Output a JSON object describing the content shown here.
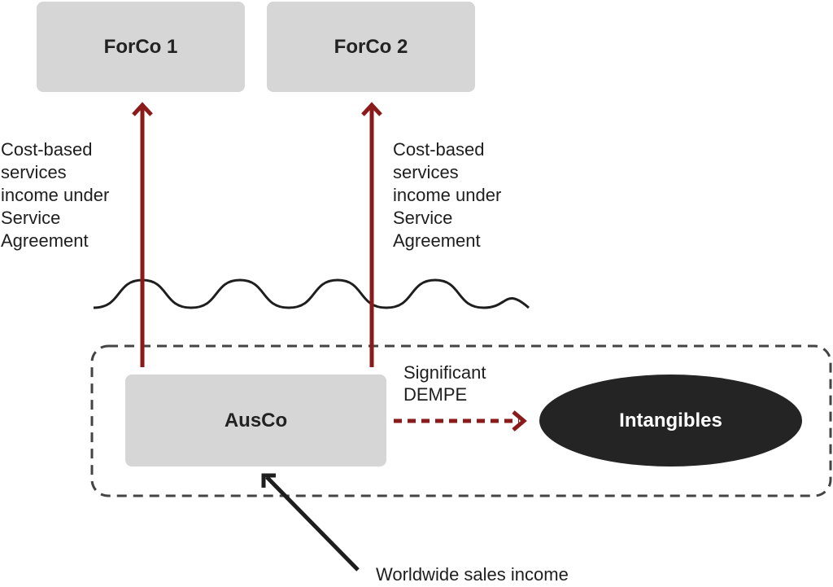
{
  "nodes": {
    "forco1": "ForCo 1",
    "forco2": "ForCo 2",
    "ausco": "AusCo",
    "intangibles": "Intangibles"
  },
  "labels": {
    "services_left": "Cost-based\nservices\nincome under\nService\nAgreement",
    "services_right": "Cost-based\nservices\nincome under\nService\nAgreement",
    "dempe": "Significant\nDEMPE",
    "sales": "Worldwide sales income"
  },
  "colors": {
    "arrow_red": "#8b1a1a",
    "node_fill": "#d6d6d6",
    "ellipse_fill": "#242424",
    "line_dark": "#1e1e1e"
  }
}
